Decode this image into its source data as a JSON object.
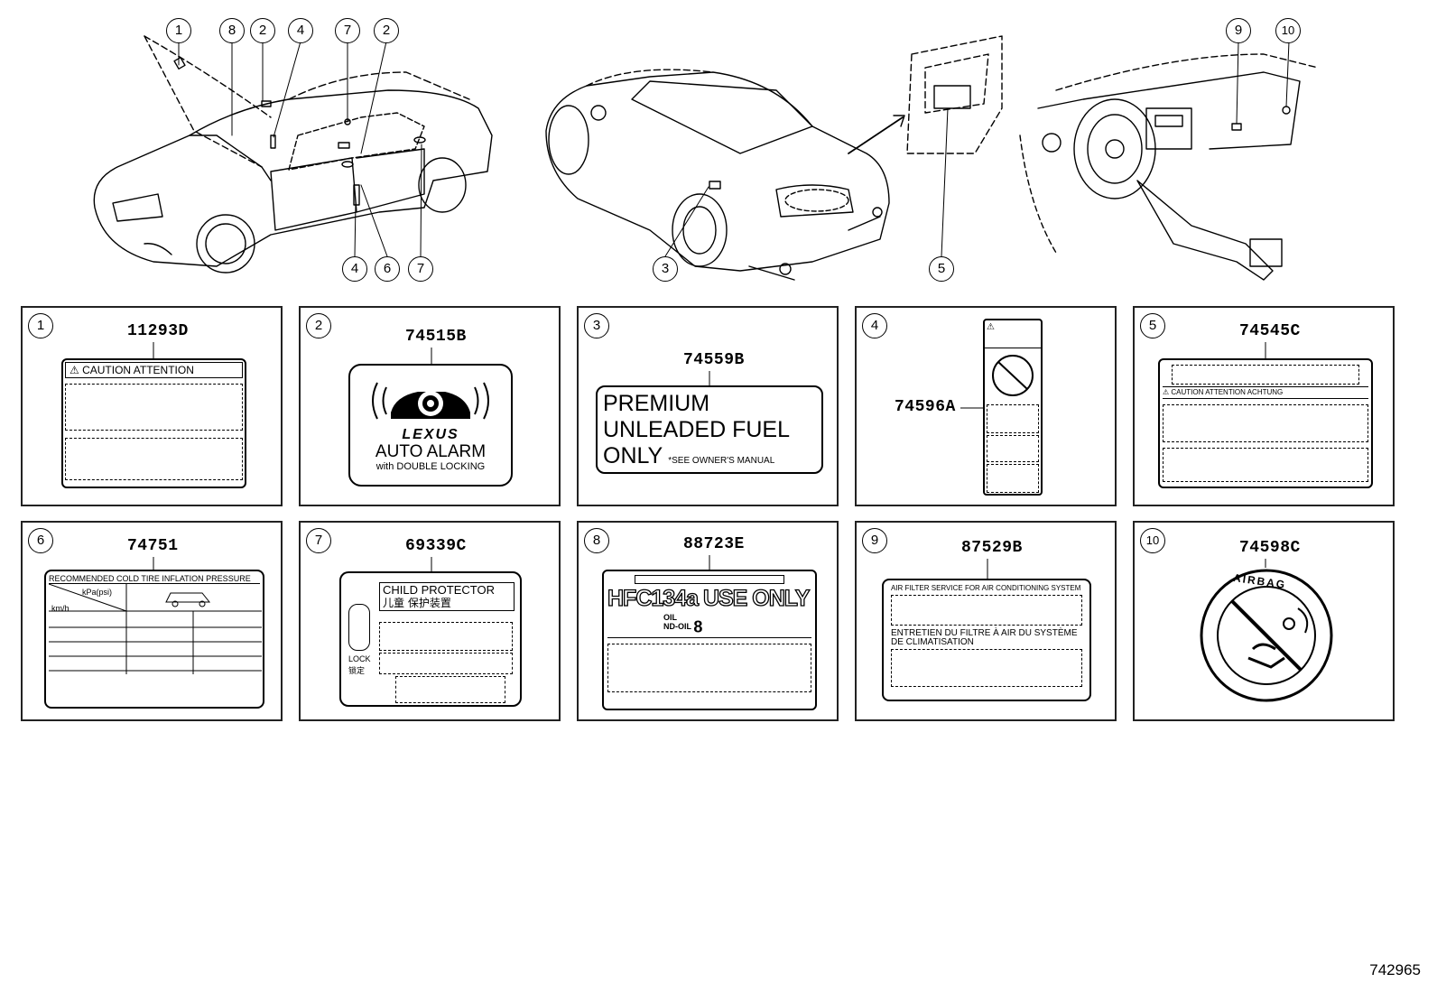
{
  "callout_numbers": [
    "1",
    "2",
    "3",
    "4",
    "5",
    "6",
    "7",
    "8",
    "9",
    "10"
  ],
  "panels": [
    {
      "num": "1",
      "code": "11293D",
      "label_text": "CAUTION ATTENTION"
    },
    {
      "num": "2",
      "code": "74515B",
      "brand": "LEXUS",
      "line1": "AUTO ALARM",
      "line2": "with DOUBLE LOCKING"
    },
    {
      "num": "3",
      "code": "74559B",
      "line1": "PREMIUM",
      "line2": "UNLEADED FUEL",
      "line3": "ONLY",
      "note": "*SEE OWNER'S MANUAL"
    },
    {
      "num": "4",
      "code": "74596A"
    },
    {
      "num": "5",
      "code": "74545C",
      "label_text": "CAUTION ATTENTION ACHTUNG"
    },
    {
      "num": "6",
      "code": "74751",
      "title": "RECOMMENDED COLD TIRE INFLATION PRESSURE",
      "unit_pressure": "kPa(psi)",
      "unit_speed": "km/h"
    },
    {
      "num": "7",
      "code": "69339C",
      "line1": "CHILD PROTECTOR",
      "line2": "儿童 保护装置",
      "lock": "LOCK",
      "lock_cn": "锁定"
    },
    {
      "num": "8",
      "code": "88723E",
      "line1": "HFC134a USE ONLY",
      "oil1": "OIL",
      "oil2": "ND-OIL",
      "oil_num": "8"
    },
    {
      "num": "9",
      "code": "87529B",
      "line1": "AIR FILTER SERVICE FOR AIR CONDITIONING SYSTEM",
      "line2": "ENTRETIEN DU FILTRE À AIR DU SYSTÈME",
      "line3": "DE CLIMATISATION"
    },
    {
      "num": "10",
      "code": "74598C",
      "text": "AIRBAG"
    }
  ],
  "doc_number": "742965"
}
